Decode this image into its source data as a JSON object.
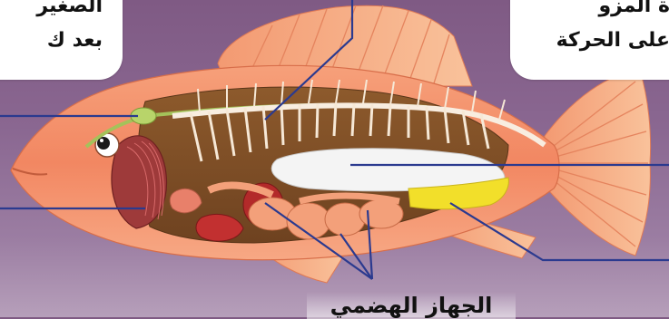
{
  "callouts": {
    "left": {
      "line1": "الصغير",
      "line2": "بعد ك"
    },
    "right": {
      "line1": "ة المزو",
      "line2": "على الحركة"
    }
  },
  "labels": {
    "digestive_system": "الجهاز الهضمي"
  },
  "colors": {
    "background": "#8a6791",
    "fish_body": "#f4916b",
    "fin": "#f7b48a",
    "swim_bladder": "#f2f2f2",
    "kidney": "#f2df2a",
    "leader_line": "#2b3a8f"
  }
}
